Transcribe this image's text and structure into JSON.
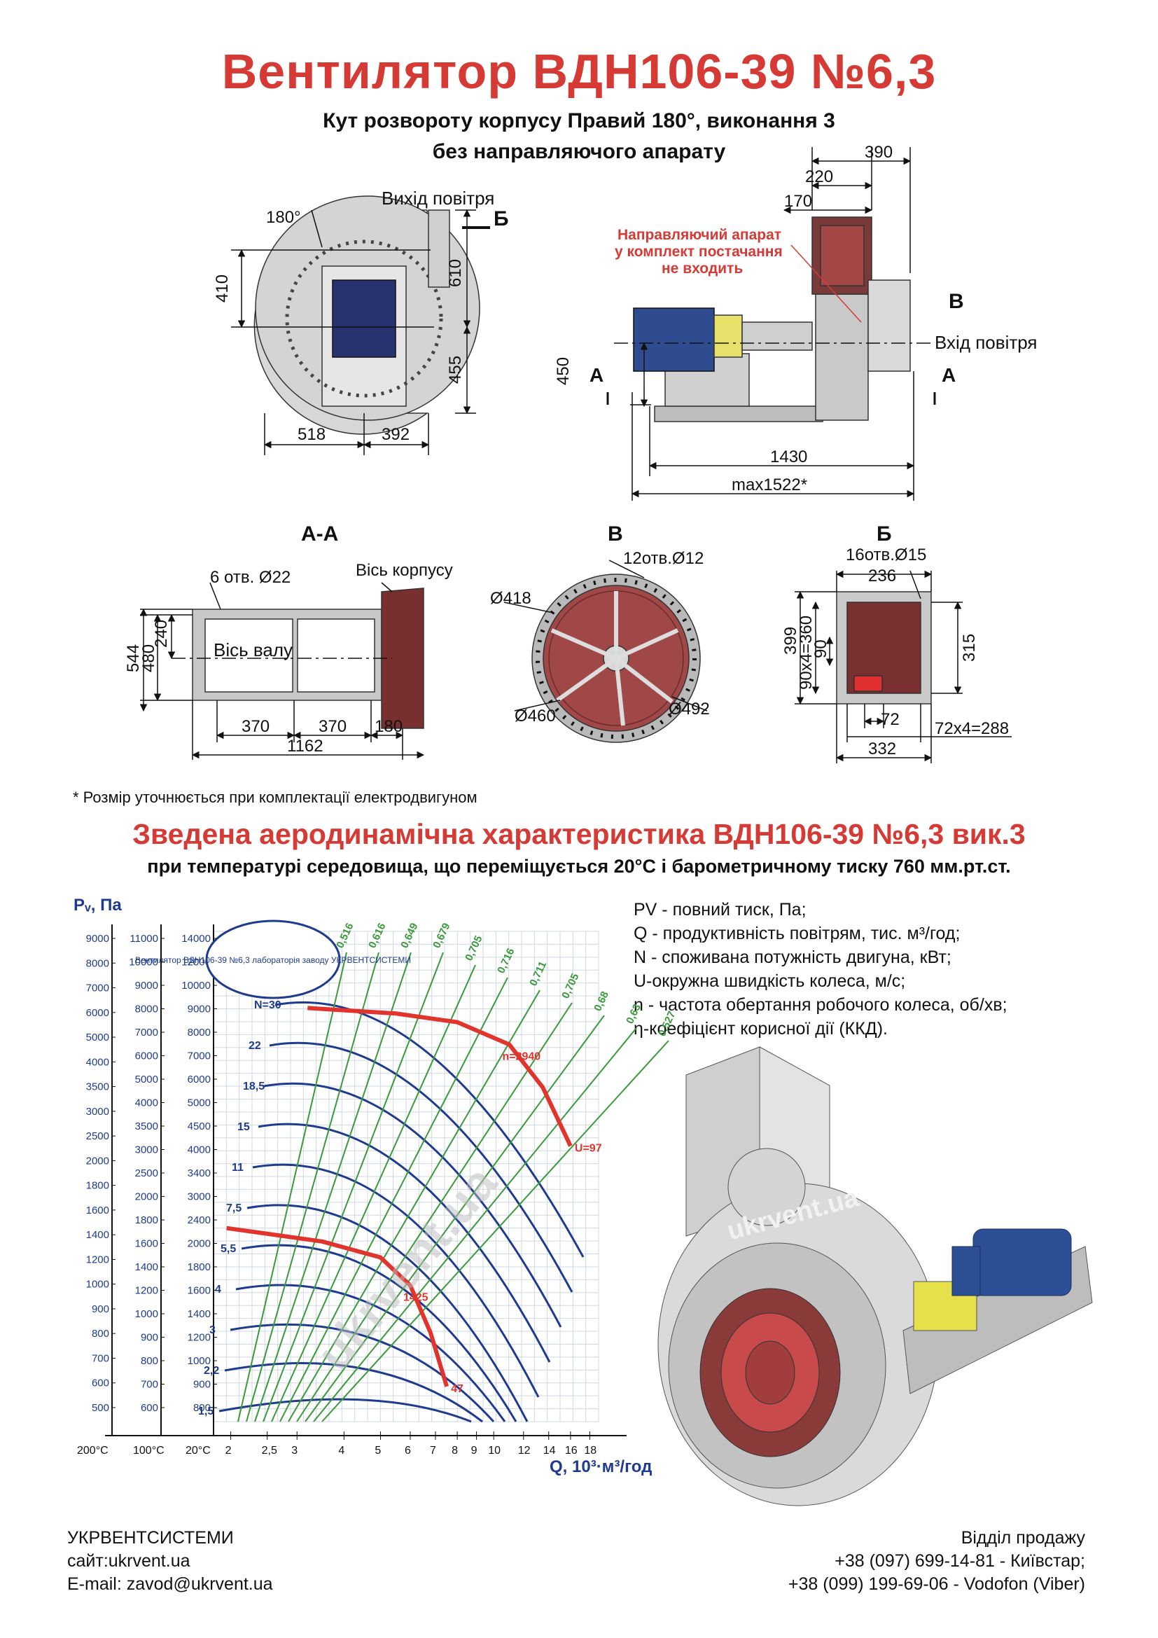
{
  "header": {
    "title": "Вентилятор  ВДН106-39 №6,3",
    "subtitle_line1": "Кут розвороту корпусу Правий 180°, виконання 3",
    "subtitle_line2": "без направляючого апарату"
  },
  "side_view": {
    "angle_label": "180°",
    "outlet_label": "Вихід повітря",
    "section_mark": "Б",
    "dims": {
      "d410": "410",
      "d610": "610",
      "d455": "455",
      "d518": "518",
      "d392": "392"
    }
  },
  "front_view": {
    "note_line1": "Направляючий апарат",
    "note_line2": "у комплект постачання",
    "note_line3": "не входить",
    "section_b": "В",
    "inlet_label": "Вхід повітря",
    "section_a": "А",
    "dims": {
      "d390": "390",
      "d220": "220",
      "d170": "170",
      "d450": "450",
      "d1430": "1430",
      "dmax": "max1522*"
    }
  },
  "section_aa": {
    "title": "А-А",
    "holes": "6 отв. Ø22",
    "body_axis": "Вісь корпусу",
    "shaft_axis": "Вісь валу",
    "dims": {
      "d544": "544",
      "d480": "480",
      "d240": "240",
      "d370a": "370",
      "d370b": "370",
      "d180": "180",
      "d1162": "1162"
    }
  },
  "section_v": {
    "title": "В",
    "holes": "12отв.Ø12",
    "d418": "Ø418",
    "d460": "Ø460",
    "d492": "Ø492"
  },
  "section_b": {
    "title": "Б",
    "holes": "16отв.Ø15",
    "dims": {
      "d236": "236",
      "d399": "399",
      "d360": "90x4=360",
      "d90": "90",
      "d315": "315",
      "d72": "72",
      "d288": "72x4=288",
      "d332": "332"
    }
  },
  "footnote": "* Розмір уточнюється при комплектації електродвигуном",
  "characteristics": {
    "title": "Зведена аеродинамічна характеристика ВДН106-39 №6,3 вик.3",
    "subtitle": "при температурі середовища, що переміщується 20°С і барометричному тиску 760 мм.рт.ст."
  },
  "legend": [
    "PV - повний тиск, Па;",
    "Q - продуктивність повітрям, тис. м³/год;",
    "N - споживана потужність двигуна, кВт;",
    "U-окружна швидкість колеса, м/с;",
    "n - частота обертання робочого колеса, об/хв;",
    "η-коефіцієнт корисної дії (ККД)."
  ],
  "chart_data": {
    "type": "line",
    "ylabel": "Pᵥ, Па",
    "xlabel": "Q, 10³·м³/год",
    "x_scale": "log",
    "y_scale": "log",
    "x_ticks": [
      "2",
      "2,5",
      "3",
      "4",
      "5",
      "6",
      "7",
      "8",
      "9",
      "10",
      "12",
      "14",
      "16",
      "18"
    ],
    "temperature_labels": [
      "200°С",
      "100°С",
      "20°С"
    ],
    "y_axis_200C": [
      "9000",
      "8000",
      "7000",
      "6000",
      "5000",
      "4000",
      "3500",
      "3000",
      "2500",
      "2000",
      "1800",
      "1600",
      "1400",
      "1200",
      "1000",
      "900",
      "800",
      "700",
      "600",
      "500"
    ],
    "y_axis_100C": [
      "11000",
      "10000",
      "9000",
      "8000",
      "7000",
      "6000",
      "5000",
      "4000",
      "3500",
      "3000",
      "2500",
      "2000",
      "1800",
      "1600",
      "1400",
      "1200",
      "1000",
      "900",
      "800",
      "700",
      "600"
    ],
    "y_axis_20C": [
      "14000",
      "12000",
      "10000",
      "9000",
      "8000",
      "7000",
      "6000",
      "5000",
      "4500",
      "4000",
      "3400",
      "3000",
      "2400",
      "2000",
      "1800",
      "1600",
      "1400",
      "1200",
      "1000",
      "900",
      "800"
    ],
    "power_labels": [
      "N=30",
      "22",
      "18,5",
      "15",
      "11",
      "7,5",
      "5,5",
      "4",
      "3",
      "2,2",
      "1,5"
    ],
    "efficiency_labels": [
      "0,516",
      "0,616",
      "0,649",
      "0,679",
      "0,705",
      "0,716",
      "0,711",
      "0,705",
      "0,68",
      "0,63",
      "0,527"
    ],
    "series": [
      {
        "name": "n=2940",
        "end_label": "U=97",
        "x": [
          3.2,
          5.5,
          8.0,
          11.0,
          13.5,
          16.0
        ],
        "y": [
          5900,
          5700,
          5400,
          4700,
          3600,
          2500
        ]
      },
      {
        "name": "1425",
        "end_label": "47",
        "x": [
          1.95,
          3.5,
          5.0,
          6.0,
          6.8,
          7.5
        ],
        "y": [
          1500,
          1380,
          1250,
          1050,
          780,
          560
        ]
      }
    ],
    "stamp": "Вентилятор ВДН106-39 №6,3 лабораторія заводу УКРВЕНТСИСТЕМИ"
  },
  "watermark": "ukrvent.ua",
  "footer": {
    "company": "УКРВЕНТСИСТЕМИ",
    "site": "сайт:ukrvent.ua",
    "email": "E-mail: zavod@ukrvent.ua",
    "sales": "Відділ продажу",
    "phone1": "+38 (097) 699-14-81 - Київстар;",
    "phone2": "+38 (099) 199-69-06 - Vodofon (Viber)"
  },
  "colors": {
    "accent": "#d63a35",
    "chart_blue": "#1f3b8f",
    "chart_green": "#3a9a3a",
    "chart_red": "#e0342c",
    "grid": "#cfd8e3"
  }
}
